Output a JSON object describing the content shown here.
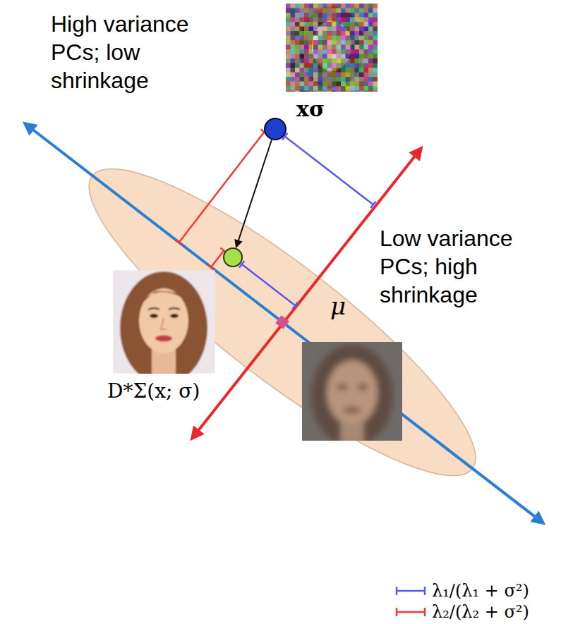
{
  "diagram": {
    "labels": [
      "High variance PCs; low shrinkage",
      "xσ",
      "Low variance PCs; high shrinkage",
      "μ",
      "D*Σ(x; σ)"
    ],
    "legend": [
      {
        "text": "λ₁/(λ₁ + σ²)"
      },
      {
        "text": "λ₂/(λ₂ + σ²)"
      }
    ]
  }
}
